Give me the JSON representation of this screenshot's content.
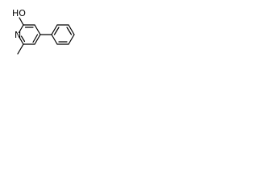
{
  "molecule": {
    "atom_labels": {
      "hydroxyl": "HO",
      "ring_nitrogen": "N"
    },
    "substituents": [
      "hydroxyl",
      "phenyl",
      "methyl"
    ]
  }
}
